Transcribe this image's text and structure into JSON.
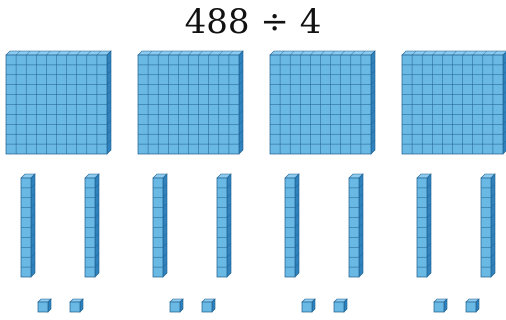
{
  "problem": {
    "dividend": "488",
    "operator": "÷",
    "divisor": "4"
  },
  "groups": [
    {
      "hundreds": 1,
      "tens": 2,
      "ones": 2
    },
    {
      "hundreds": 1,
      "tens": 2,
      "ones": 2
    },
    {
      "hundreds": 1,
      "tens": 2,
      "ones": 2
    },
    {
      "hundreds": 1,
      "tens": 2,
      "ones": 2
    }
  ],
  "colors": {
    "cube_front": "#6ab8e4",
    "cube_top": "#8ccbef",
    "cube_side": "#2f82bd",
    "edge": "#1d5f8e"
  }
}
